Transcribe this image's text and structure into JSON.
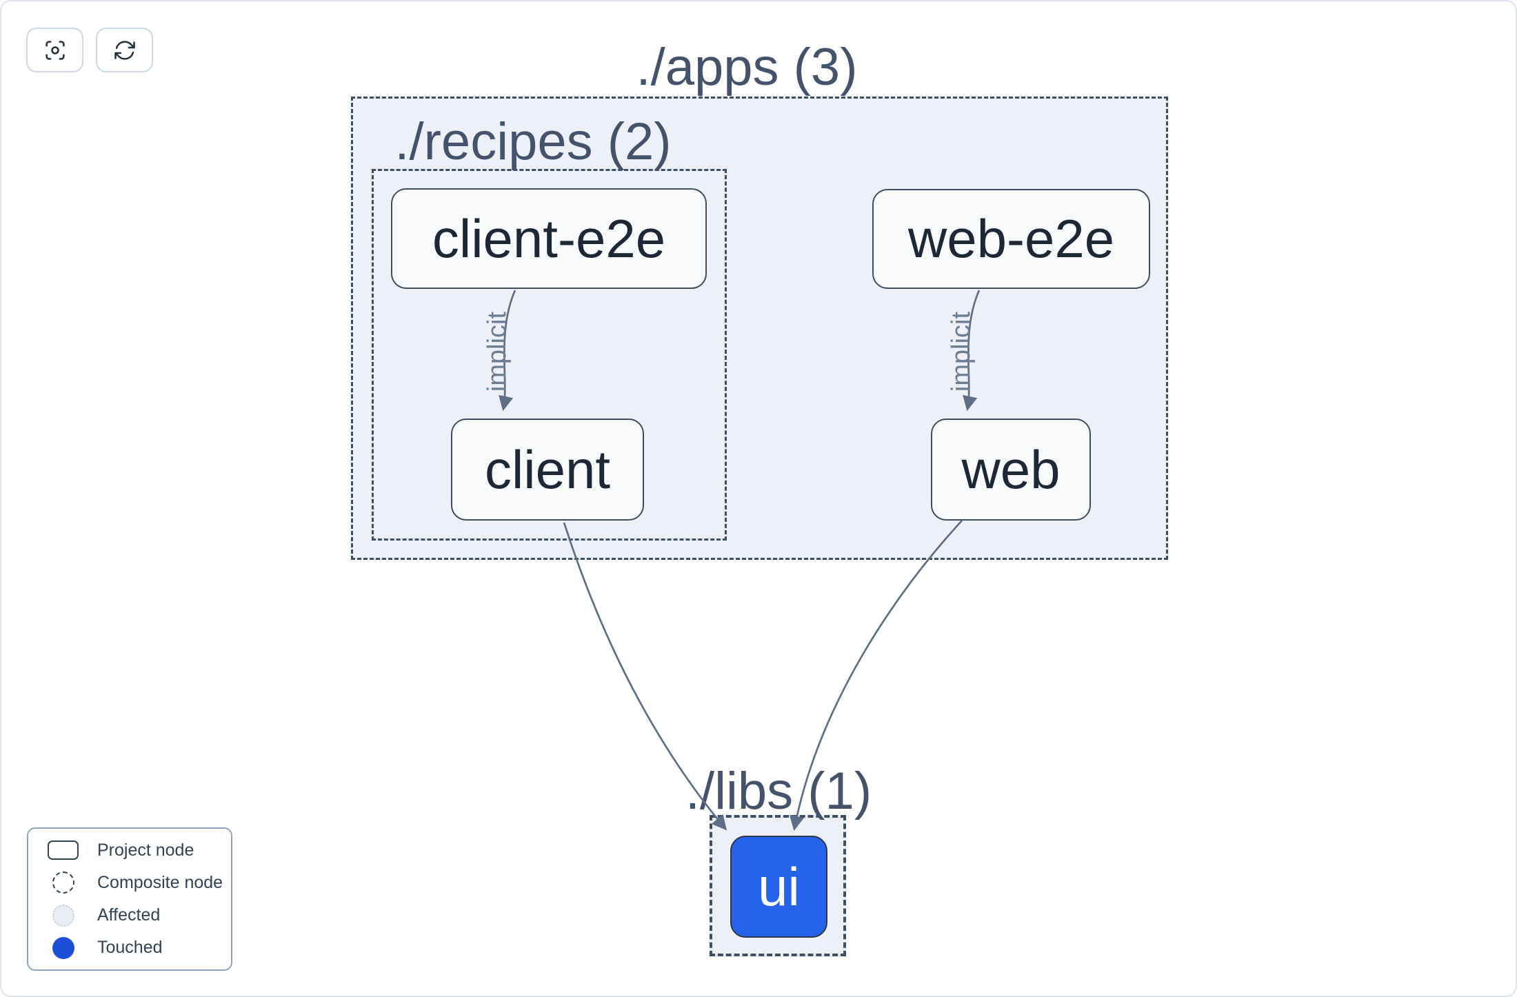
{
  "toolbar": {
    "buttons": [
      {
        "name": "focus-view",
        "icon": "viewfinder-icon"
      },
      {
        "name": "refresh-graph",
        "icon": "refresh-icon"
      }
    ]
  },
  "graph": {
    "containers": [
      {
        "id": "apps",
        "label": "./apps (3)"
      },
      {
        "id": "recipes",
        "label": "./recipes (2)"
      },
      {
        "id": "libs",
        "label": "./libs (1)"
      }
    ],
    "nodes": [
      {
        "id": "client-e2e",
        "label": "client-e2e",
        "state": "project"
      },
      {
        "id": "web-e2e",
        "label": "web-e2e",
        "state": "project"
      },
      {
        "id": "client",
        "label": "client",
        "state": "project"
      },
      {
        "id": "web",
        "label": "web",
        "state": "project"
      },
      {
        "id": "ui",
        "label": "ui",
        "state": "touched"
      }
    ],
    "edges": [
      {
        "from": "client-e2e",
        "to": "client",
        "label": "implicit"
      },
      {
        "from": "web-e2e",
        "to": "web",
        "label": "implicit"
      },
      {
        "from": "client",
        "to": "ui",
        "label": ""
      },
      {
        "from": "web",
        "to": "ui",
        "label": ""
      }
    ]
  },
  "legend": {
    "items": [
      {
        "label": "Project node",
        "swatch": "project-rect"
      },
      {
        "label": "Composite node",
        "swatch": "dashed-circle"
      },
      {
        "label": "Affected",
        "swatch": "affected-circle"
      },
      {
        "label": "Touched",
        "swatch": "touched-circle"
      }
    ]
  },
  "colors": {
    "container_fill": "#edf1f7",
    "dashed_border": "#3e4e64",
    "node_fill": "#f8fafc",
    "node_border": "#3c4c62",
    "node_text": "#1d2736",
    "edge": "#5f6e86",
    "touched_node_fill": "#2563eb",
    "legend_touched": "#1d4ed8",
    "canvas_border": "#dde4ee"
  }
}
